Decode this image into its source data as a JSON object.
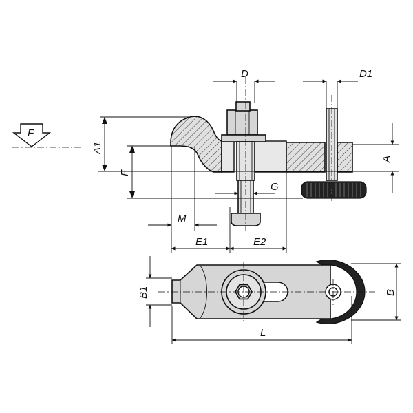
{
  "labels": {
    "F_arrow": "F",
    "D": "D",
    "D1": "D1",
    "A1": "A1",
    "A": "A",
    "F": "F",
    "G": "G",
    "M": "M",
    "E1": "E1",
    "E2": "E2",
    "B1": "B1",
    "B": "B",
    "L": "L"
  },
  "colors": {
    "line": "#111111",
    "part_fill": "#d6d6d6",
    "hatch": "#333333",
    "knurl": "#222222"
  }
}
